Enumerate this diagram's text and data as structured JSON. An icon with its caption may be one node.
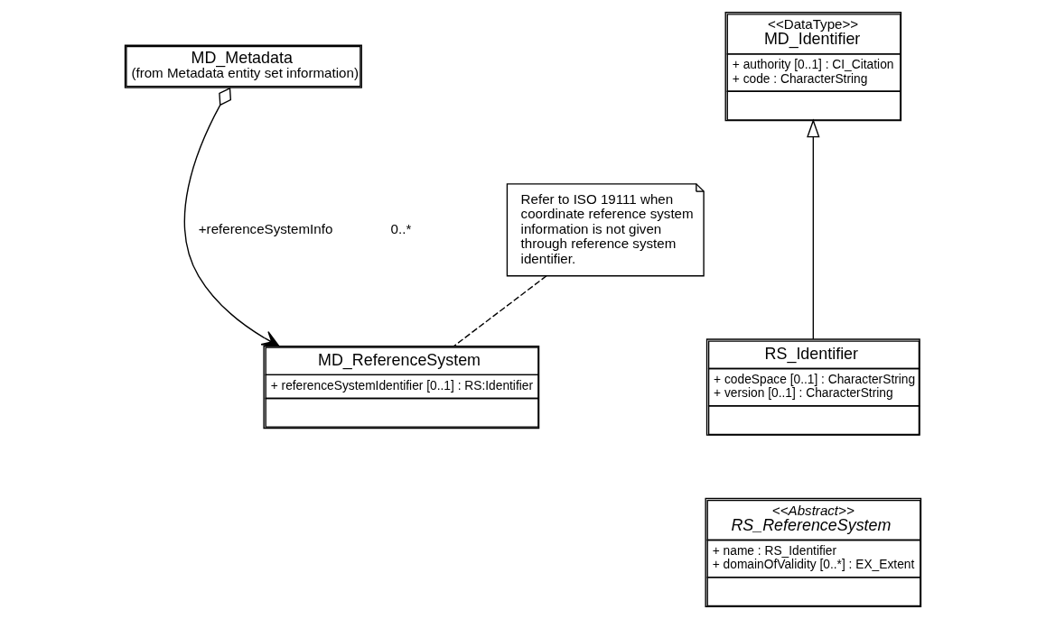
{
  "diagram": {
    "nodes": [
      {
        "text": [
          "MD_Metadata",
          "(from Metadata entity set information)"
        ]
      },
      {
        "text": [
          "Refer to ISO 19111 when coordinate reference system information is not given through reference system identifier."
        ]
      },
      {
        "text": [
          "<<DataType>>",
          "MD_Identifier",
          "+ authority [0..1] : CI_Citation",
          "+ code : CharacterString"
        ]
      },
      {
        "text": [
          "MD_ReferenceSystem",
          "+ referenceSystemIdentifier [0..1] : RS:Identifier"
        ]
      },
      {
        "text": [
          "RS_Identifier",
          "+ codeSpace [0..1] : CharacterString",
          "+ version [0..1] : CharacterString"
        ]
      },
      {
        "text": [
          "<<Abstract>>",
          "RS_ReferenceSystem",
          "+ name : RS_Identifier",
          "+ domainOfValidity [0..*] : EX_Extent"
        ]
      }
    ],
    "edges": [
      {
        "from": 0,
        "to": 3,
        "arrow": "to",
        "label": "+referenceSystemInfo"
      },
      {
        "from": 1,
        "to": 3,
        "arrow": "none",
        "style": "dashed"
      },
      {
        "from": 4,
        "to": 2,
        "arrow": "to"
      }
    ],
    "labels": [
      "0..*"
    ]
  }
}
